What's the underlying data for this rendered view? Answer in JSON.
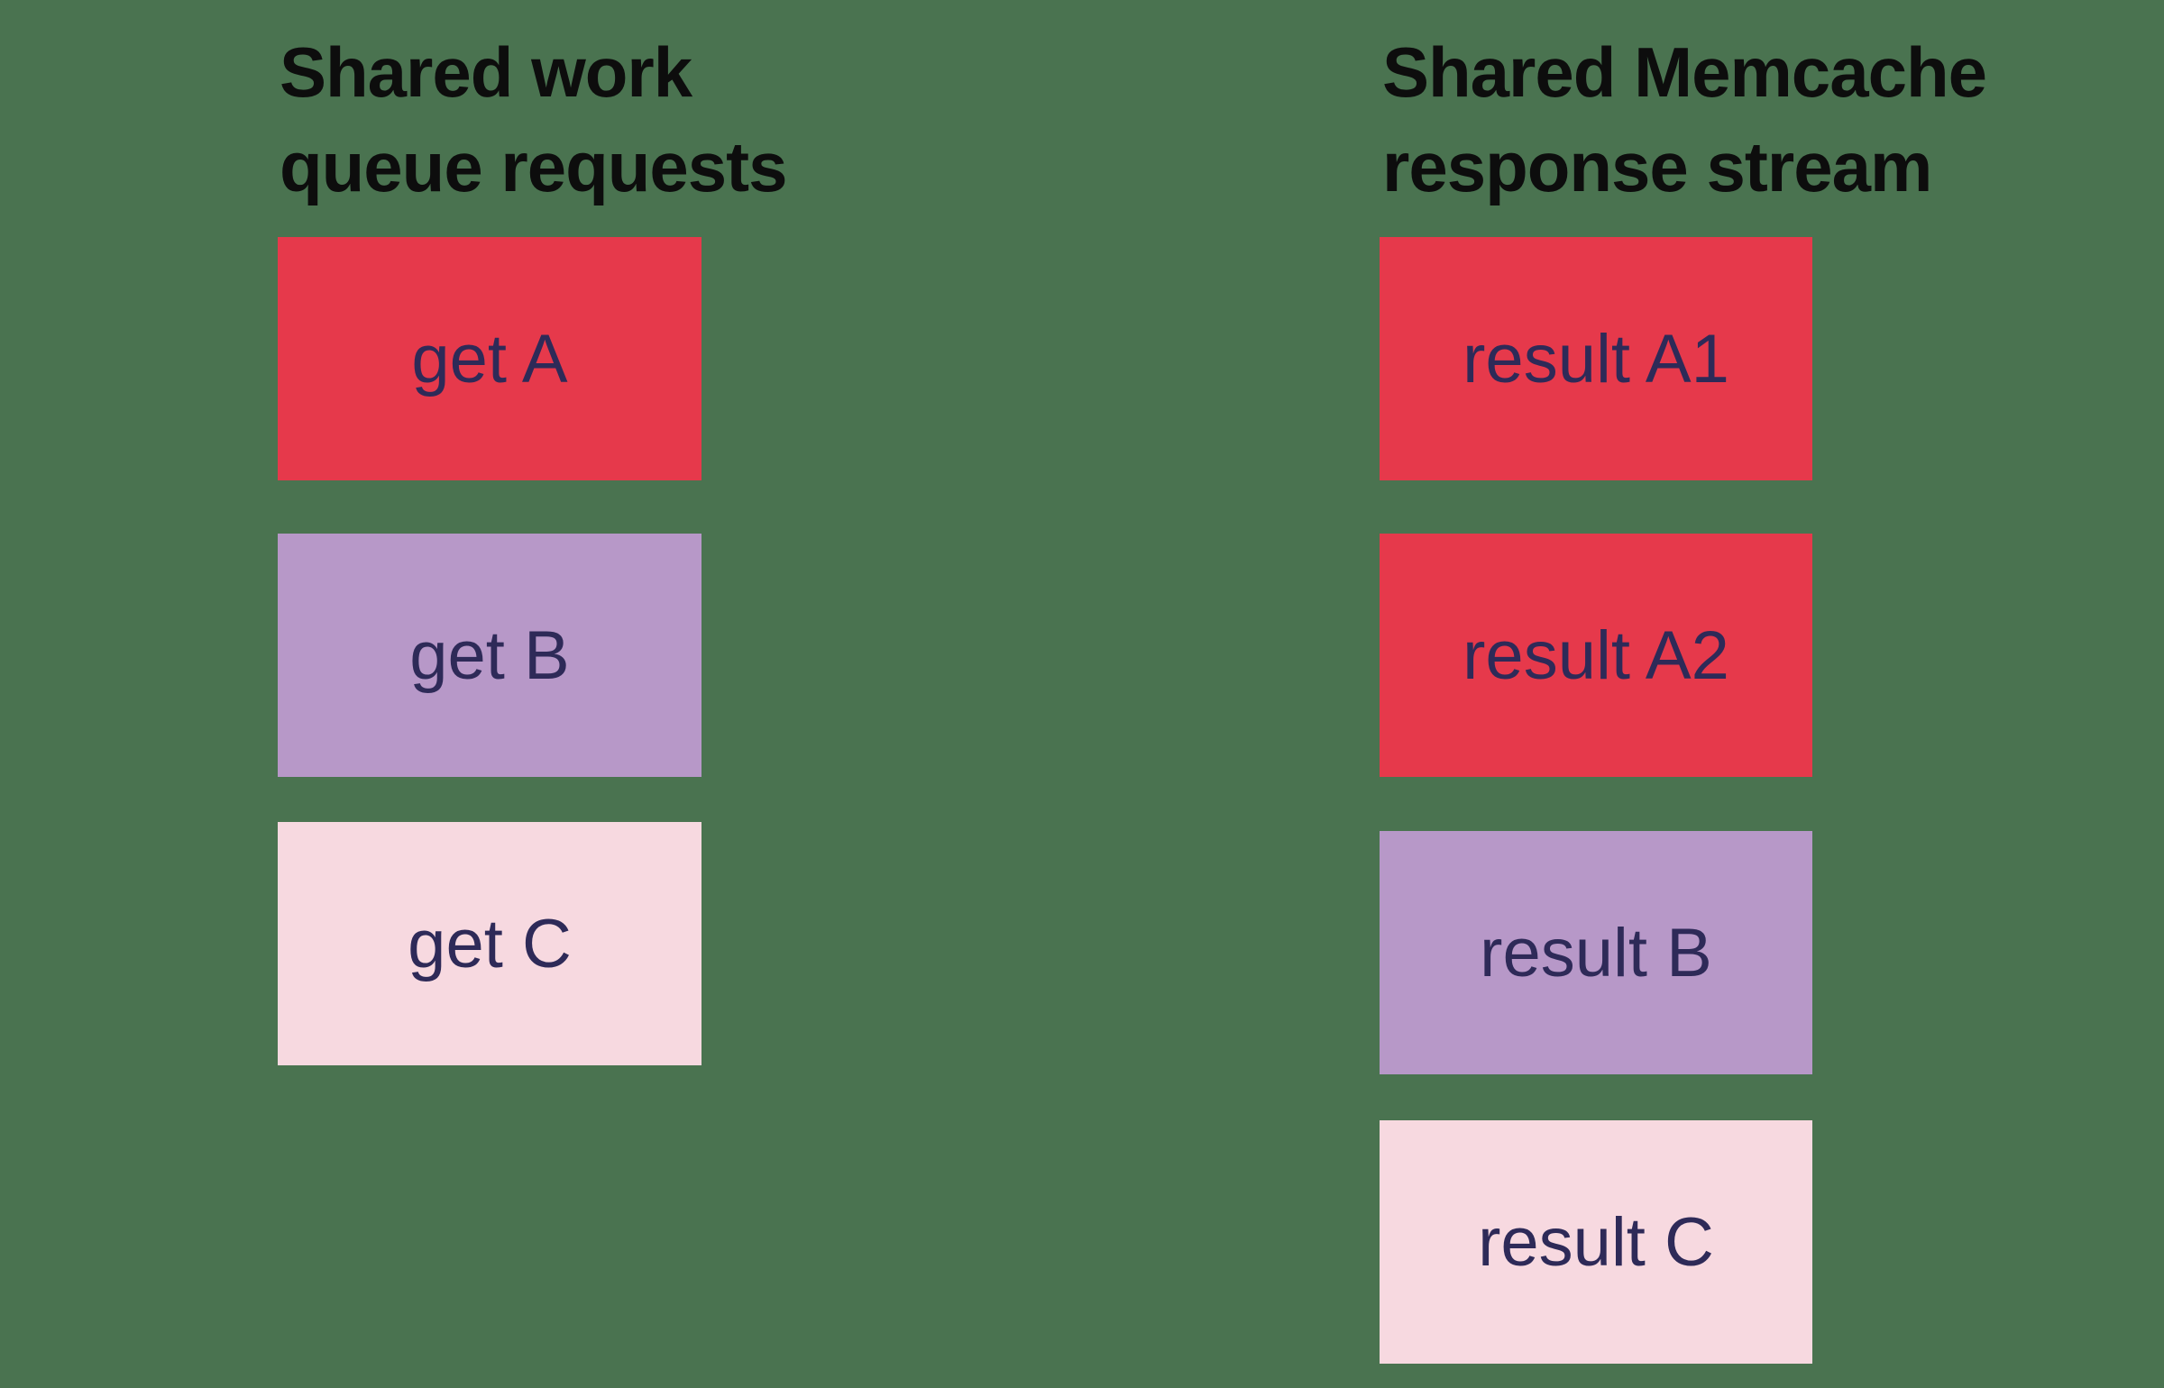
{
  "diagram": {
    "left_column": {
      "title_line1": "Shared work",
      "title_line2": "queue requests",
      "boxes": [
        {
          "label": "get A",
          "color": "#e6394b"
        },
        {
          "label": "get B",
          "color": "#b798c8"
        },
        {
          "label": "get C",
          "color": "#f7d9e0"
        }
      ]
    },
    "right_column": {
      "title_line1": "Shared Memcache",
      "title_line2": "response stream",
      "boxes": [
        {
          "label": "result A1",
          "color": "#e6394b"
        },
        {
          "label": "result A2",
          "color": "#e6394b"
        },
        {
          "label": "result B",
          "color": "#b798c8"
        },
        {
          "label": "result C",
          "color": "#f7d9e0"
        }
      ]
    }
  },
  "colors": {
    "background": "#4a7350",
    "header_text": "#0d0d0d",
    "box_text": "#2e2a58",
    "red": "#e6394b",
    "purple": "#b798c8",
    "pink": "#f7d9e0"
  }
}
